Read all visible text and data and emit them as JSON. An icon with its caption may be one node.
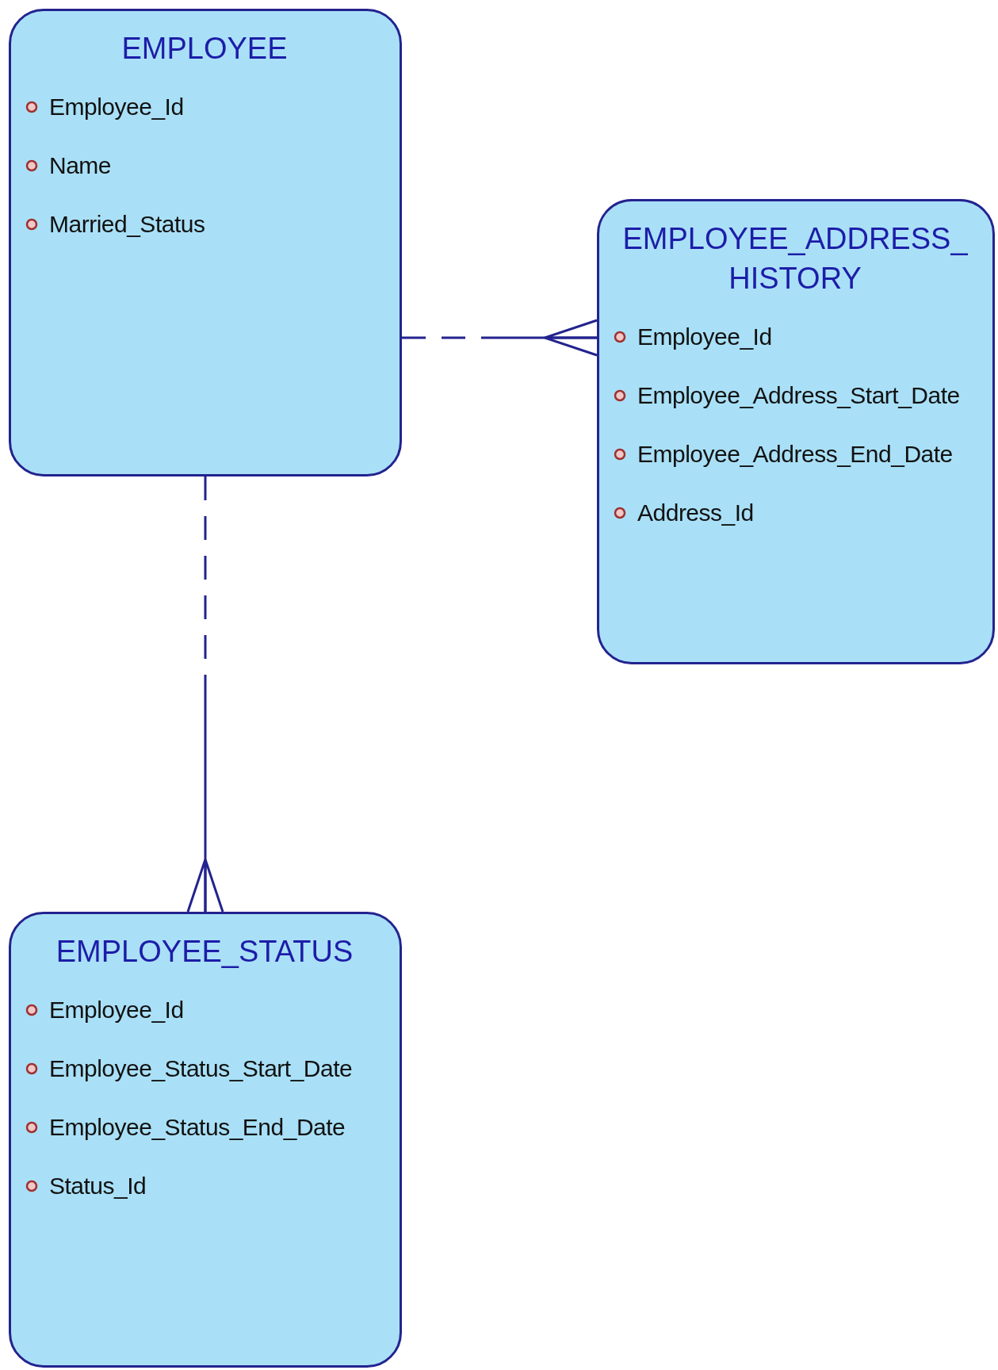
{
  "diagram": {
    "nodes": [
      {
        "text": [
          "EMPLOYEE",
          "Employee_Id",
          "Name",
          "Married_Status"
        ]
      },
      {
        "text": [
          "EMPLOYEE_ADDRESS_ HISTORY",
          "Employee_Id",
          "Employee_Address_Start_Date",
          "Employee_Address_End_Date",
          "Address_Id"
        ]
      },
      {
        "text": [
          "EMPLOYEE_STATUS",
          "Employee_Id",
          "Employee_Status_Start_Date",
          "Employee_Status_End_Date",
          "Status_Id"
        ]
      }
    ],
    "edges": [
      {
        "from": 0,
        "to": 1,
        "arrow": "other",
        "style": "dashed"
      },
      {
        "from": 0,
        "to": 2,
        "arrow": "other",
        "style": "dashed"
      }
    ]
  }
}
